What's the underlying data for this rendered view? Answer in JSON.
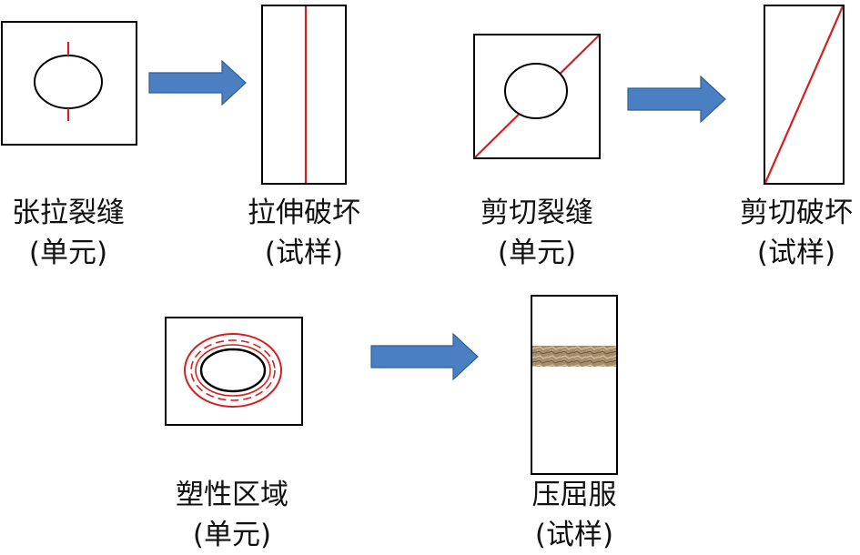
{
  "captions": {
    "tension_crack": {
      "line1": "张拉裂缝",
      "line2": "(单元)"
    },
    "tensile_failure": {
      "line1": "拉伸破坏",
      "line2": "(试样)"
    },
    "shear_crack": {
      "line1": "剪切裂缝",
      "line2": "(单元)"
    },
    "shear_failure": {
      "line1": "剪切破坏",
      "line2": "(试样)"
    },
    "plastic_zone": {
      "line1": "塑性区域",
      "line2": "(单元)"
    },
    "compressive_yield": {
      "line1": "压屈服",
      "line2": "(试样)"
    }
  },
  "colors": {
    "outline": "#000000",
    "crack": "#d42020",
    "arrow_fill": "#4a7fc1",
    "arrow_stroke": "#2f5f99",
    "yield_band": "#a08866"
  }
}
